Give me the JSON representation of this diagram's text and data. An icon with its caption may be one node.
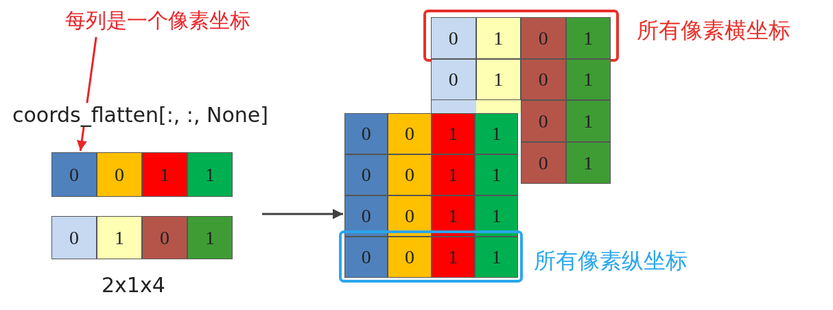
{
  "diagram": {
    "nodes": [
      {
        "text": [
          "每列是一个像素坐标"
        ]
      },
      {
        "text": [
          "0"
        ]
      },
      {
        "text": [
          "0"
        ]
      },
      {
        "text": [
          "1"
        ]
      },
      {
        "text": [
          "1"
        ]
      },
      {
        "text": [
          "0"
        ]
      },
      {
        "text": [
          "1"
        ]
      },
      {
        "text": [
          "0"
        ]
      },
      {
        "text": [
          "1"
        ]
      },
      {
        "text": [
          "所有像素横坐标"
        ]
      },
      {
        "text": [
          "0"
        ],
        "in": 9
      },
      {
        "text": [
          "1"
        ],
        "in": 9
      },
      {
        "text": [
          "0"
        ],
        "in": 9
      },
      {
        "text": [
          "1"
        ],
        "in": 9
      },
      {
        "text": [
          "0"
        ]
      },
      {
        "text": [
          "1"
        ]
      },
      {
        "text": [
          "0"
        ]
      },
      {
        "text": [
          "1"
        ]
      },
      {
        "text": [
          "0"
        ]
      },
      {
        "text": [
          "1"
        ]
      },
      {
        "text": [
          "0"
        ]
      },
      {
        "text": [
          "1"
        ]
      },
      {
        "text": [
          "0"
        ]
      },
      {
        "text": [
          "0"
        ]
      },
      {
        "text": [
          "1"
        ]
      },
      {
        "text": [
          "1"
        ]
      },
      {
        "text": [
          "0"
        ]
      },
      {
        "text": [
          "0"
        ]
      },
      {
        "text": [
          "1"
        ]
      },
      {
        "text": [
          "1"
        ]
      },
      {
        "text": [
          "0"
        ]
      },
      {
        "text": [
          "0"
        ]
      },
      {
        "text": [
          "1"
        ]
      },
      {
        "text": [
          "1"
        ]
      },
      {
        "text": [
          "所有像素纵坐标"
        ]
      },
      {
        "text": [
          "0"
        ],
        "in": 34
      },
      {
        "text": [
          "0"
        ],
        "in": 34
      },
      {
        "text": [
          "1"
        ],
        "in": 34
      },
      {
        "text": [
          "1"
        ],
        "in": 34
      }
    ],
    "edges": [
      {
        "from": 0,
        "to": 1,
        "arrow": "to",
        "color": "#e8262a"
      },
      {
        "from": null,
        "to": 30,
        "arrow": "to",
        "color": "#404040"
      }
    ],
    "labels": [
      "coords_flatten[:, :, None]",
      "2x1x4"
    ]
  }
}
